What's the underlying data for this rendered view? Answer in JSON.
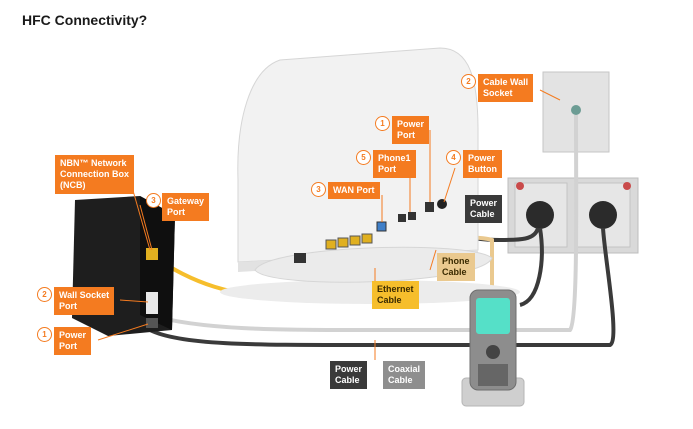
{
  "title": "HFC Connectivity?",
  "labels": {
    "ncb": "NBN™ Network\nConnection Box\n(NCB)",
    "gateway": "Gateway\nPort",
    "wall_left": "Wall Socket\nPort",
    "power_left": "Power\nPort",
    "wan": "WAN Port",
    "phone1": "Phone1\nPort",
    "power_port": "Power\nPort",
    "power_button": "Power\nButton",
    "cable_wall": "Cable Wall\nSocket",
    "power_cable_right": "Power\nCable",
    "phone_cable": "Phone\nCable",
    "ethernet": "Ethernet\nCable",
    "power_cable_bottom": "Power\nCable",
    "coaxial": "Coaxial\nCable"
  },
  "numbers": {
    "gateway": "3",
    "wall_left": "2",
    "power_left": "1",
    "wan": "3",
    "phone1": "5",
    "power_port": "1",
    "power_button": "4",
    "cable_wall": "2"
  },
  "colors": {
    "orange": "#f47b20",
    "ethernet": "#f6be2c",
    "phone": "#eac98f",
    "power": "#3a3a3a",
    "coax": "#c8c8c8"
  }
}
